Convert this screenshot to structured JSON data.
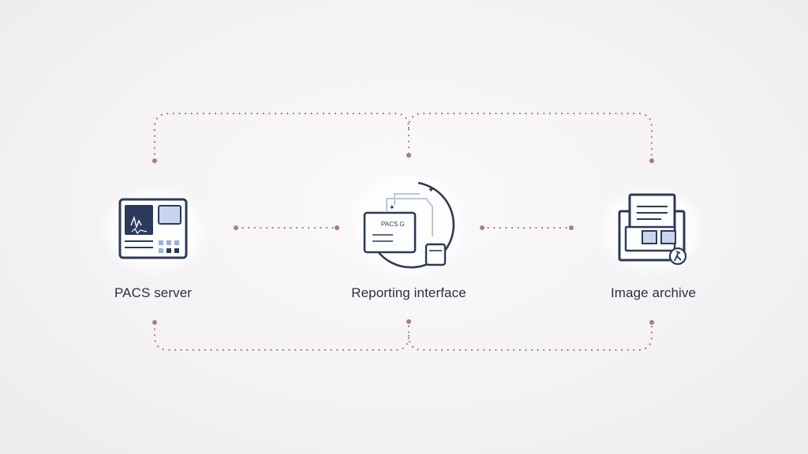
{
  "nodes": {
    "pacs": {
      "label": "PACS server",
      "icon": "server-monitor-icon"
    },
    "reporting": {
      "label": "Reporting interface",
      "icon": "reporting-screen-icon",
      "screen_text": "PACS G"
    },
    "archive": {
      "label": "Image archive",
      "icon": "archive-documents-icon"
    }
  },
  "colors": {
    "connector": "#a87a8c",
    "icon_stroke": "#2b3a5c",
    "icon_fill_dark": "#2b3a5c",
    "icon_fill_light": "#c9d4ee",
    "label_text": "#2a3142"
  }
}
